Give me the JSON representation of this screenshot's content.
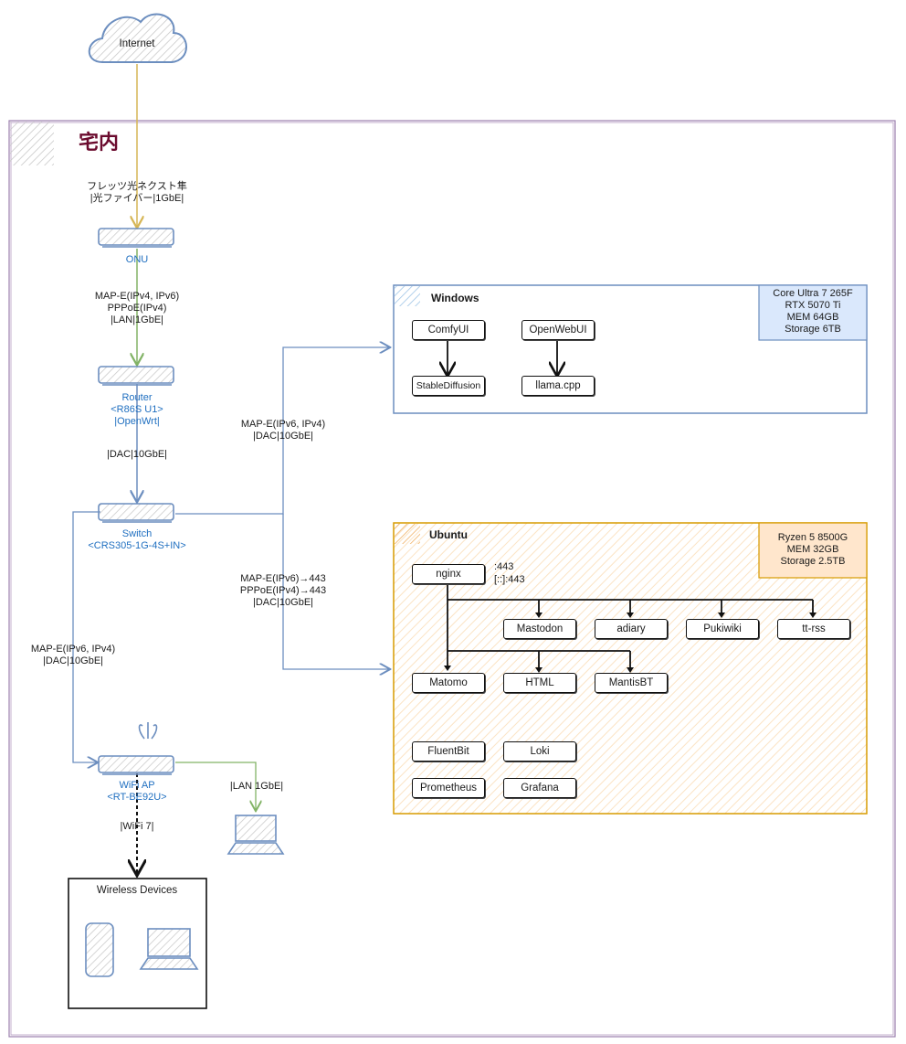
{
  "internet": {
    "label": "Internet"
  },
  "home": {
    "title": "宅内"
  },
  "links": {
    "fiber": "フレッツ光ネクスト隼\n|光ファイバー|1GbE|",
    "onu_router": "MAP-E(IPv4, IPv6)\nPPPoE(IPv4)\n|LAN|1GbE|",
    "router_switch": "|DAC|10GbE|",
    "switch_windows": "MAP-E(IPv6, IPv4)\n|DAC|10GbE|",
    "switch_ubuntu": "MAP-E(IPv6)→443\nPPPoE(IPv4)→443\n|DAC|10GbE|",
    "switch_wifi": "MAP-E(IPv6, IPv4)\n|DAC|10GbE|",
    "wifi_laptop": "|LAN 1GbE|",
    "wifi_wireless": "|WiFi 7|"
  },
  "devices": {
    "onu": "ONU",
    "router": "Router\n<R86S U1>\n|OpenWrt|",
    "switch": "Switch\n<CRS305-1G-4S+IN>",
    "wifi": "WiFi AP\n<RT-BE92U>"
  },
  "wireless": {
    "title": "Wireless Devices"
  },
  "windows": {
    "title": "Windows",
    "spec": "Core Ultra 7 265F\nRTX 5070 Ti\nMEM 64GB\nStorage 6TB",
    "apps": {
      "comfyui": "ComfyUI",
      "openwebui": "OpenWebUI",
      "stablediffusion": "StableDiffusion",
      "llamacpp": "llama.cpp"
    }
  },
  "ubuntu": {
    "title": "Ubuntu",
    "spec": "Ryzen 5 8500G\nMEM 32GB\nStorage 2.5TB",
    "ports": ":443\n[::]:443",
    "apps": {
      "nginx": "nginx",
      "mastodon": "Mastodon",
      "adiary": "adiary",
      "pukiwiki": "Pukiwiki",
      "ttrss": "tt-rss",
      "matomo": "Matomo",
      "html": "HTML",
      "mantisbt": "MantisBT",
      "fluentbit": "FluentBit",
      "loki": "Loki",
      "prometheus": "Prometheus",
      "grafana": "Grafana"
    }
  },
  "colors": {
    "home_border": "#8a6a9a",
    "windows": "#6c8ebf",
    "ubuntu": "#d79b00",
    "fiber": "#d6b656",
    "lan": "#82b366",
    "link": "#6c8ebf"
  }
}
